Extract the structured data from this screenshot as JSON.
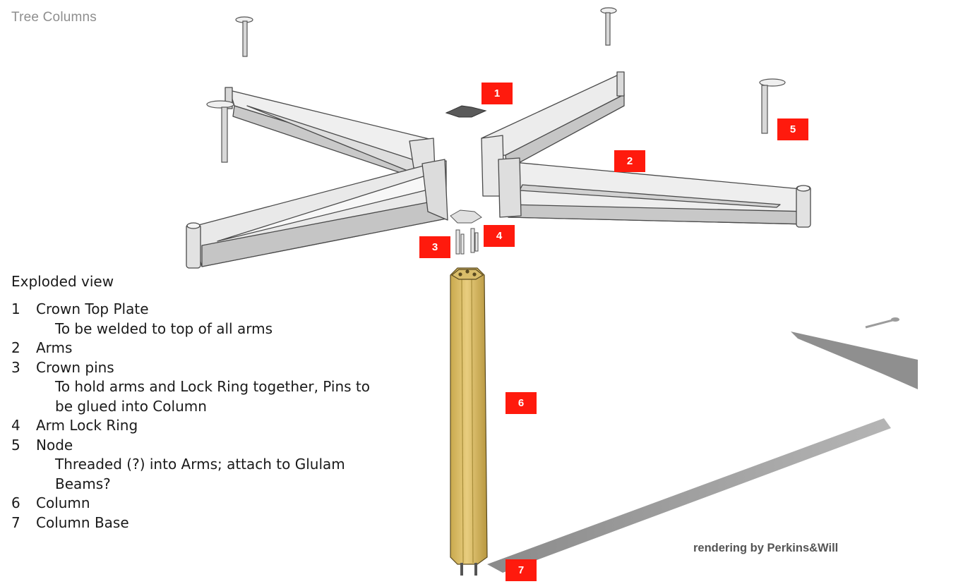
{
  "title": "Tree Columns",
  "legend": {
    "heading": "Exploded view",
    "items": [
      {
        "num": "1",
        "label": "Crown Top Plate",
        "sub": [
          "To be welded to top of all arms"
        ]
      },
      {
        "num": "2",
        "label": "Arms",
        "sub": []
      },
      {
        "num": "3",
        "label": "Crown pins",
        "sub": [
          "To hold arms and Lock Ring together, Pins to",
          "be glued into Column"
        ]
      },
      {
        "num": "4",
        "label": "Arm Lock Ring",
        "sub": []
      },
      {
        "num": "5",
        "label": "Node",
        "sub": [
          "Threaded (?) into Arms; attach to Glulam",
          "Beams?"
        ]
      },
      {
        "num": "6",
        "label": "Column",
        "sub": []
      },
      {
        "num": "7",
        "label": "Column Base",
        "sub": []
      }
    ]
  },
  "callouts": [
    "1",
    "2",
    "3",
    "4",
    "5",
    "6",
    "7"
  ],
  "credit": "rendering by Perkins&Will",
  "colors": {
    "callout": "#ff1a0d",
    "column": "#e3c777",
    "steel": "#f2f2f2",
    "shadow": "#9a9a9a"
  }
}
